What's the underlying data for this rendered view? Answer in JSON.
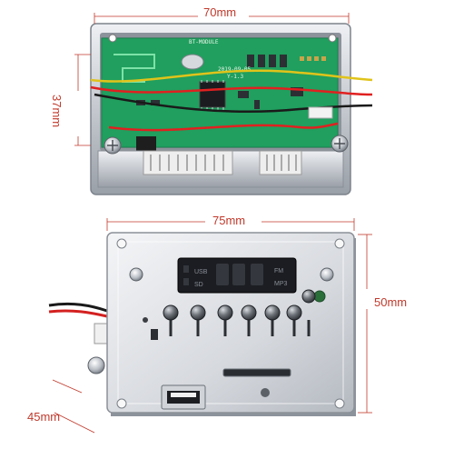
{
  "image": {
    "type": "product-photo",
    "subject": "Bluetooth MP3 decoder module with dimension callouts"
  },
  "dimensions": {
    "width_top": "70mm",
    "height_top": "37mm",
    "width_front": "75mm",
    "height_front": "50mm",
    "depth": "45mm"
  },
  "display": {
    "usb_label": "USB",
    "sd_label": "SD",
    "fm_label": "FM",
    "mp3_label": "MP3"
  },
  "colors": {
    "dimension_line": "#c0392b",
    "pcb_green": "#1e9a5a",
    "metal": "#c9cdd3",
    "display_bg": "#1b1d22"
  },
  "buttons": {
    "count": 7
  }
}
